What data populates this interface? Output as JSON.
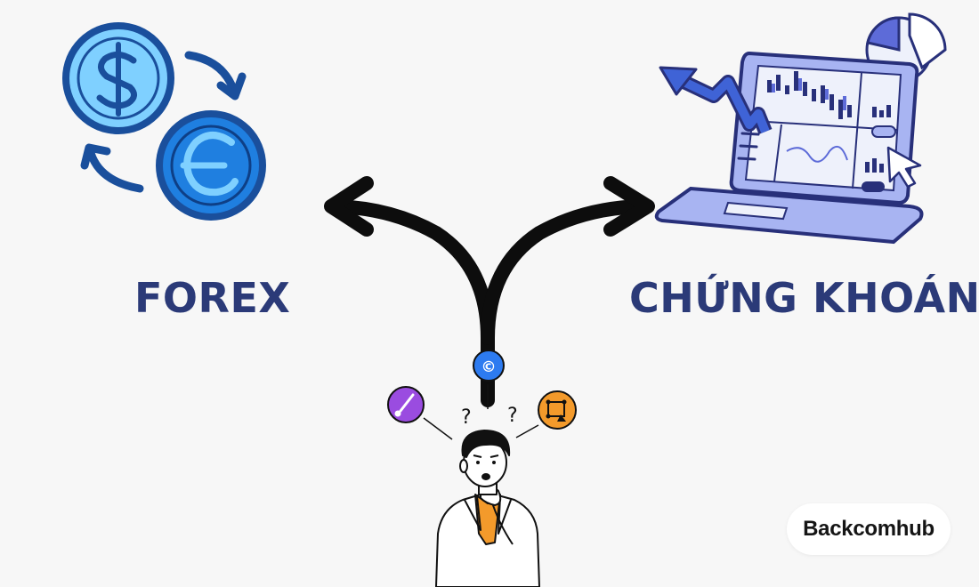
{
  "options": {
    "left": {
      "label": "FOREX",
      "icon": "currency-exchange-icon"
    },
    "right": {
      "label": "CHỨNG KHOÁN",
      "icon": "trading-laptop-icon"
    }
  },
  "brand": {
    "name": "Backcomhub"
  },
  "decor": {
    "person": "thinking-person-icon",
    "bubbles": [
      "paintbrush-icon",
      "coin-icon",
      "crop-icon"
    ],
    "question_marks": [
      "?",
      "?"
    ]
  },
  "colors": {
    "label": "#2b3a78",
    "coin_light": "#7fd0ff",
    "coin_dark": "#1f6fd6",
    "coin_outline": "#1a4f9c",
    "laptop": "#a8b4f2",
    "arrow": "#0d0d0d",
    "accent_orange": "#f39a2b",
    "accent_purple": "#9a4ce0",
    "accent_blue": "#2d7bf0"
  }
}
